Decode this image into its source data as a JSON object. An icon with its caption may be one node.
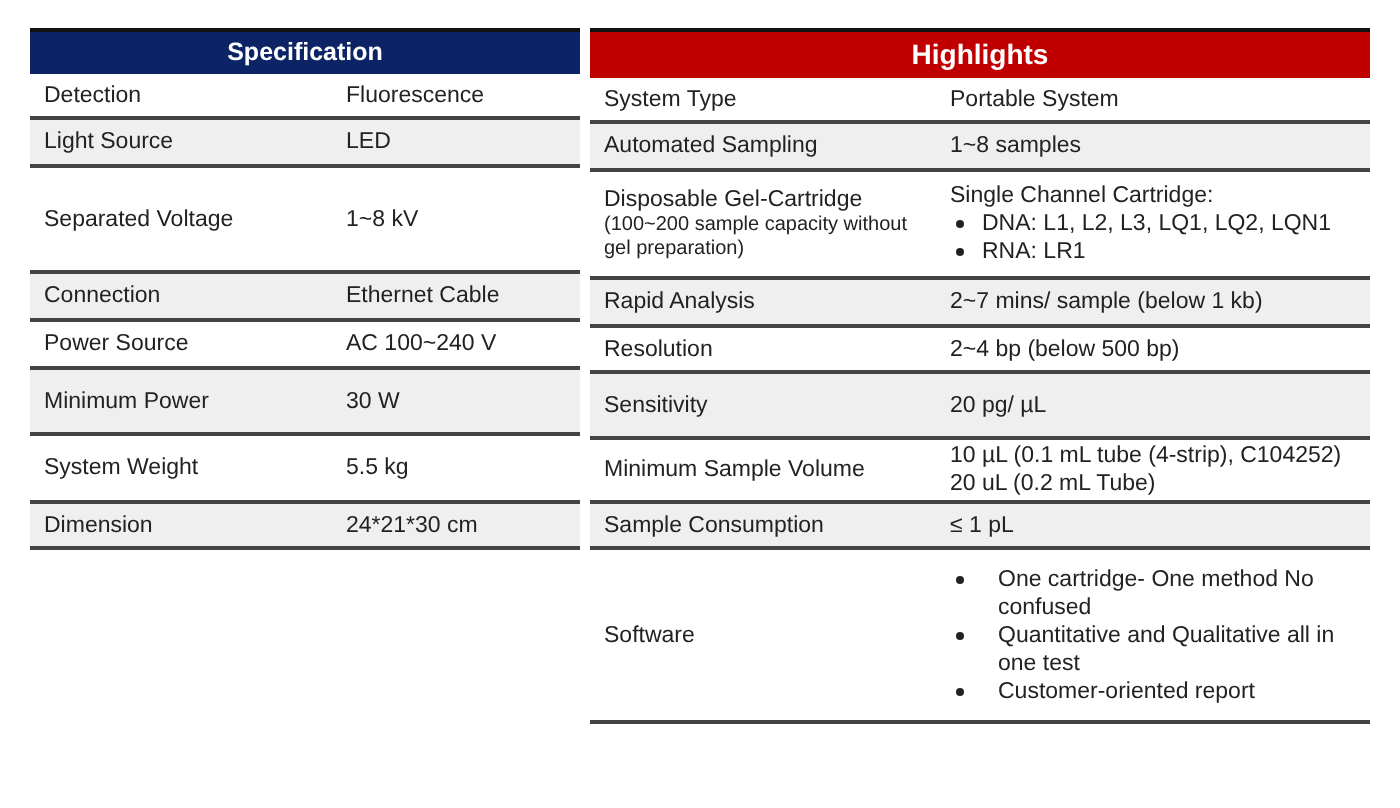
{
  "diagram": {
    "labels": [
      "Specification",
      "Detection",
      "Fluorescence",
      "Light Source",
      "LED",
      "Separated Voltage",
      "1~8 kV",
      "Connection",
      "Ethernet Cable",
      "Power Source",
      "AC 100~240 V",
      "Minimum Power",
      "30 W",
      "System Weight",
      "5.5 kg",
      "Dimension",
      "24*21*30 cm",
      "Highlights",
      "System Type",
      "Portable System",
      "Automated Sampling",
      "1~8 samples",
      "Disposable Gel-Cartridge",
      "(100~200 sample capacity without gel preparation)",
      "Single Channel Cartridge:",
      "DNA: L1, L2, L3, LQ1, LQ2, LQN1",
      "RNA: LR1",
      "Rapid Analysis",
      "2~7 mins/ sample (below 1 kb)",
      "Resolution",
      "2~4 bp (below 500 bp)",
      "Sensitivity",
      "20 pg/ µL",
      "Minimum Sample Volume",
      "10 µL (0.1 mL tube (4-strip), C104252)",
      "20 uL (0.2 mL Tube)",
      "Sample Consumption",
      "≤ 1 pL",
      "Software",
      "One cartridge- One method No confused",
      "Quantitative and Qualitative all in one test",
      "Customer-oriented report"
    ]
  }
}
